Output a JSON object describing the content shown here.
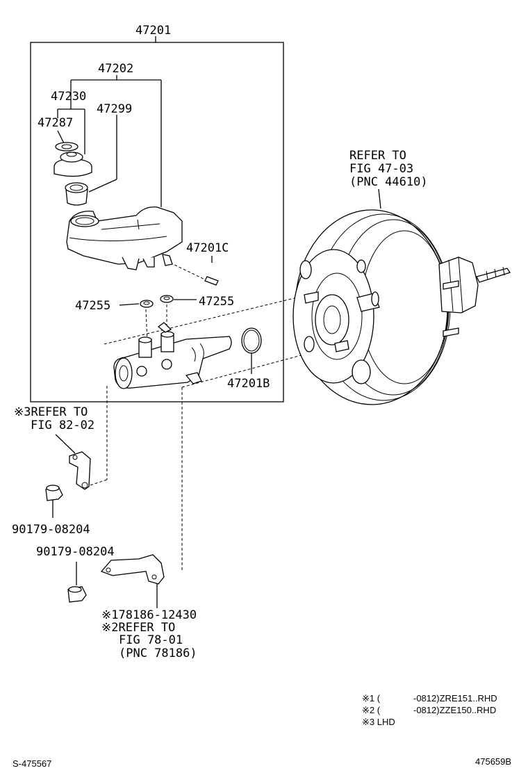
{
  "labels": {
    "p47201": "47201",
    "p47202": "47202",
    "p47230": "47230",
    "p47299": "47299",
    "p47287": "47287",
    "p47201c": "47201C",
    "p47255_left": "47255",
    "p47255_right": "47255",
    "p47201b": "47201B",
    "booster_ref_1": "REFER TO",
    "booster_ref_2": "FIG 47-03",
    "booster_ref_3": "(PNC 44610)",
    "bracket_ref_1": "※3REFER TO",
    "bracket_ref_2": "FIG 82-02",
    "nut_upper": "90179-08204",
    "nut_lower": "90179-08204",
    "lower_bracket_1": "※178186-12430",
    "lower_bracket_2": "※2REFER TO",
    "lower_bracket_3": "FIG 78-01",
    "lower_bracket_4": "(PNC 78186)"
  },
  "notes": {
    "n1_mark": "※1 (",
    "n1_text": "-0812)ZRE151..RHD",
    "n2_mark": "※2 (",
    "n2_text": "-0812)ZZE150..RHD",
    "n3": "※3 LHD"
  },
  "footer": {
    "left_code": "S-475567",
    "right_code": "475659B"
  }
}
